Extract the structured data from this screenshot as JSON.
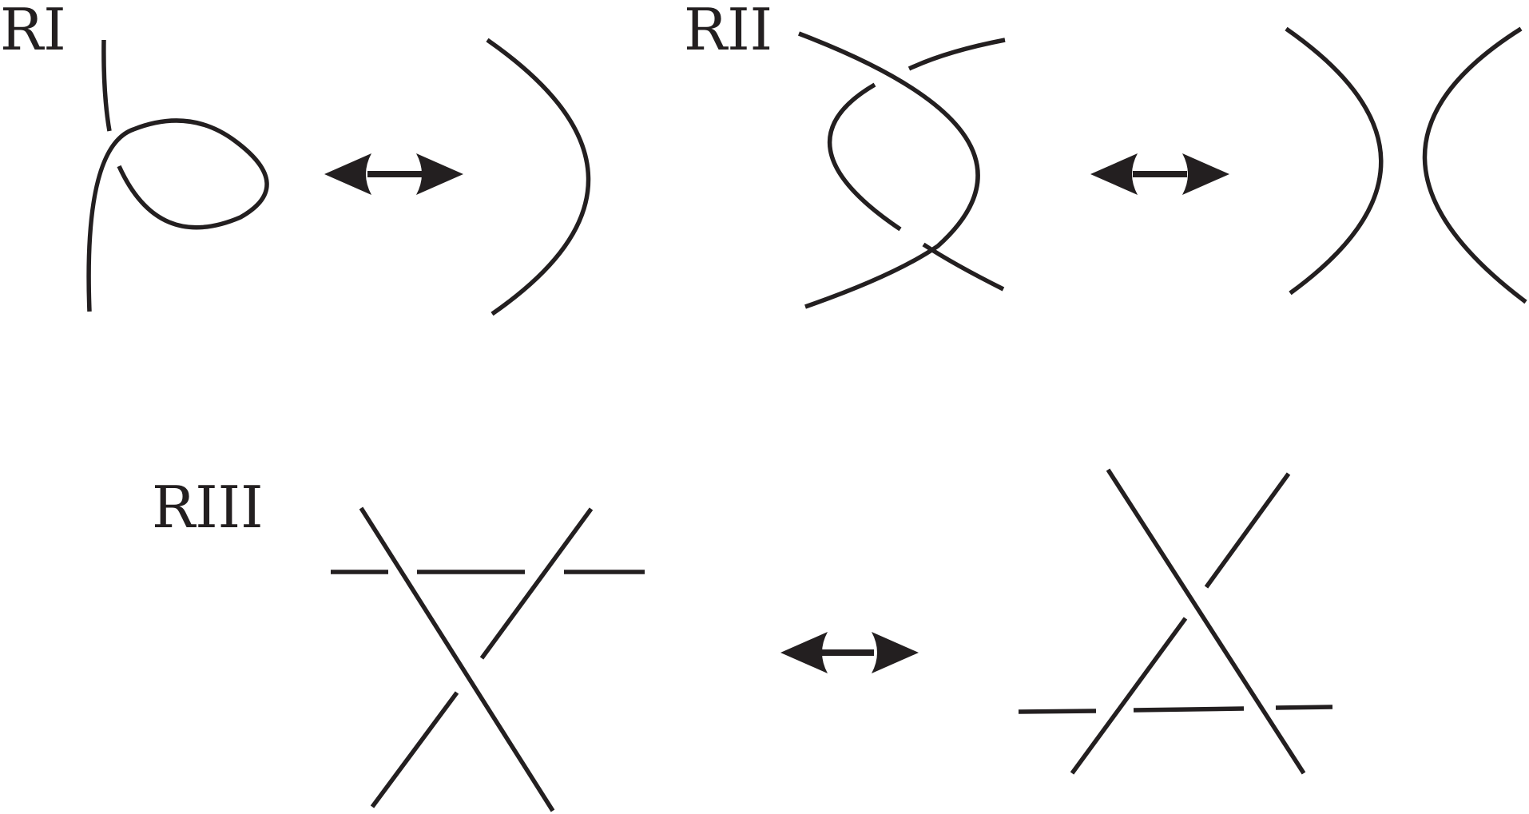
{
  "moves": [
    {
      "id": "RI",
      "label": "RI"
    },
    {
      "id": "RII",
      "label": "RII"
    },
    {
      "id": "RIII",
      "label": "RIII"
    }
  ],
  "colors": {
    "ink": "#231f20",
    "background": "#ffffff"
  },
  "equivalence_symbol": "double-headed-arrow-icon"
}
